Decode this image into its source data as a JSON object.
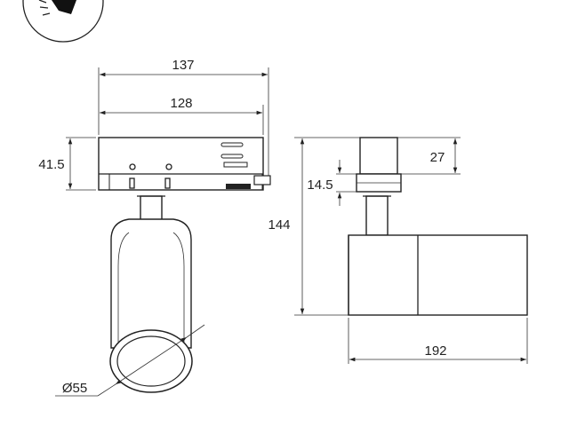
{
  "icon": {
    "name": "beam-angle-icon"
  },
  "dimensions": {
    "width_outer": "137",
    "width_inner": "128",
    "adapter_height": "41.5",
    "diameter": "Ø55",
    "total_height": "144",
    "top_height": "27",
    "neck_height": "14.5",
    "length": "192"
  },
  "colors": {
    "line": "#222222",
    "background": "#ffffff"
  }
}
